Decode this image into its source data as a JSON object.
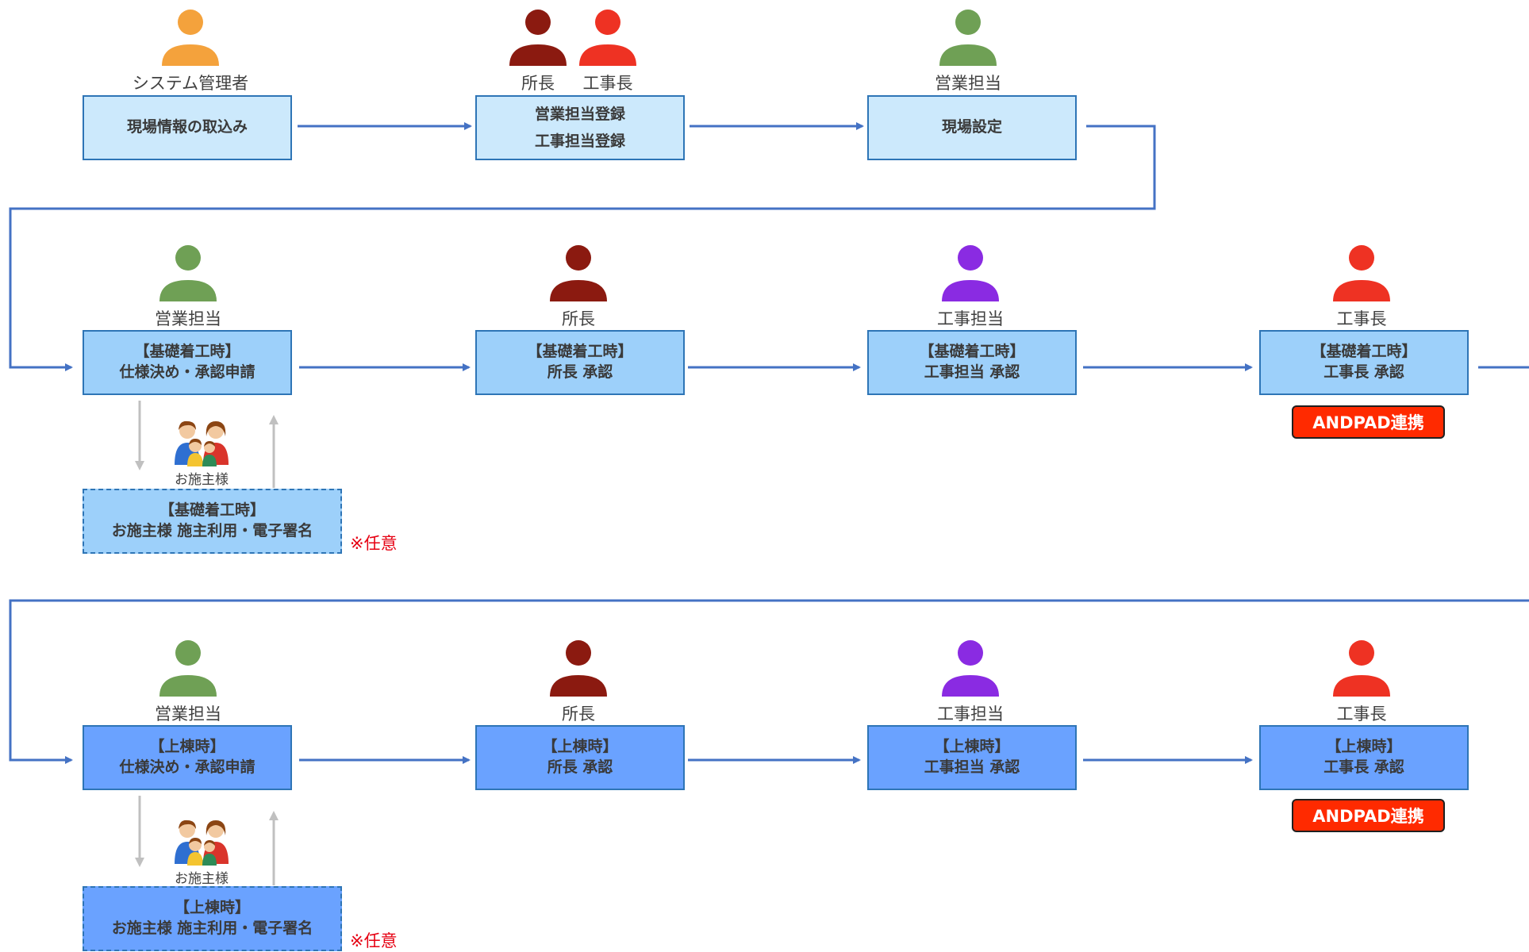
{
  "colors": {
    "connector": "#4472c4",
    "customer_arrow": "#c0c0c0",
    "admin": "#f4a23c",
    "shocho": "#8b1a10",
    "kojicho": "#ee3223",
    "eigyo": "#6fa055",
    "koji_tanto": "#8a2be2",
    "box_light": "#cce9fc",
    "box_mid": "#9dd0fa",
    "box_dark": "#6aa2ff",
    "badge": "#ff2a00",
    "note": "#e60012"
  },
  "row1": {
    "step1": {
      "role": "システム管理者",
      "person_icon": "person-orange",
      "line1": "現場情報の取込み"
    },
    "step2": {
      "role_a": "所長",
      "role_b": "工事長",
      "line1": "営業担当登録",
      "line2": "工事担当登録"
    },
    "step3": {
      "role": "営業担当",
      "line1": "現場設定"
    }
  },
  "row2": {
    "step1": {
      "role": "営業担当",
      "line1": "【基礎着工時】",
      "line2": "仕様決め・承認申請"
    },
    "step2": {
      "role": "所長",
      "line1": "【基礎着工時】",
      "line2": "所長 承認"
    },
    "step3": {
      "role": "工事担当",
      "line1": "【基礎着工時】",
      "line2": "工事担当 承認"
    },
    "step4": {
      "role": "工事長",
      "line1": "【基礎着工時】",
      "line2": "工事長 承認",
      "badge": "ANDPAD連携"
    },
    "customer": {
      "label": "お施主様",
      "line1": "【基礎着工時】",
      "line2": "お施主様 施主利用・電子署名",
      "note": "※任意"
    }
  },
  "row3": {
    "step1": {
      "role": "営業担当",
      "line1": "【上棟時】",
      "line2": "仕様決め・承認申請"
    },
    "step2": {
      "role": "所長",
      "line1": "【上棟時】",
      "line2": "所長 承認"
    },
    "step3": {
      "role": "工事担当",
      "line1": "【上棟時】",
      "line2": "工事担当 承認"
    },
    "step4": {
      "role": "工事長",
      "line1": "【上棟時】",
      "line2": "工事長 承認",
      "badge": "ANDPAD連携"
    },
    "customer": {
      "label": "お施主様",
      "line1": "【上棟時】",
      "line2": "お施主様 施主利用・電子署名",
      "note": "※任意"
    }
  }
}
